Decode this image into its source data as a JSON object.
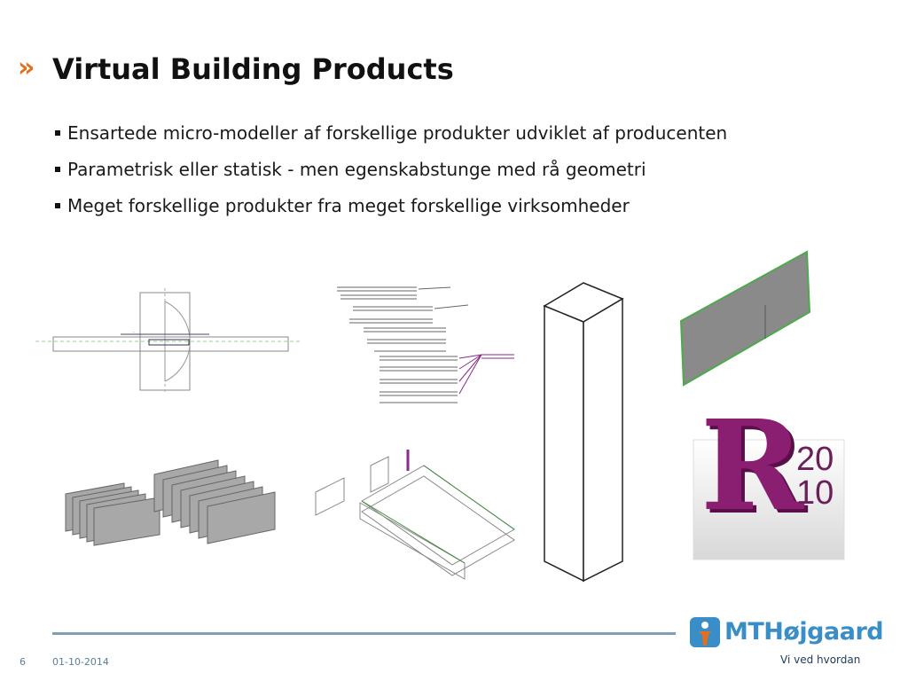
{
  "slide": {
    "title": "Virtual Building Products",
    "bullets": [
      "Ensartede micro-modeller af forskellige produkter udviklet af producenten",
      "Parametrisk eller statisk - men egenskabstunge med rå geometri",
      "Meget forskellige produkter fra meget forskellige virksomheder"
    ]
  },
  "revit_badge": {
    "line1": "20",
    "line2": "10",
    "letter": "R"
  },
  "footer": {
    "page_number": "6",
    "date": "01-10-2014",
    "logo_text": "MTHøjgaard",
    "tagline": "Vi ved hvordan"
  },
  "colors": {
    "accent": "#e07020",
    "footer_line": "#7f9fb2",
    "logo_blue": "#3a8ec7",
    "revit_purple": "#8a1f72"
  },
  "icons": [
    "chevrons-icon",
    "bullet-icon",
    "mth-logo-icon"
  ]
}
